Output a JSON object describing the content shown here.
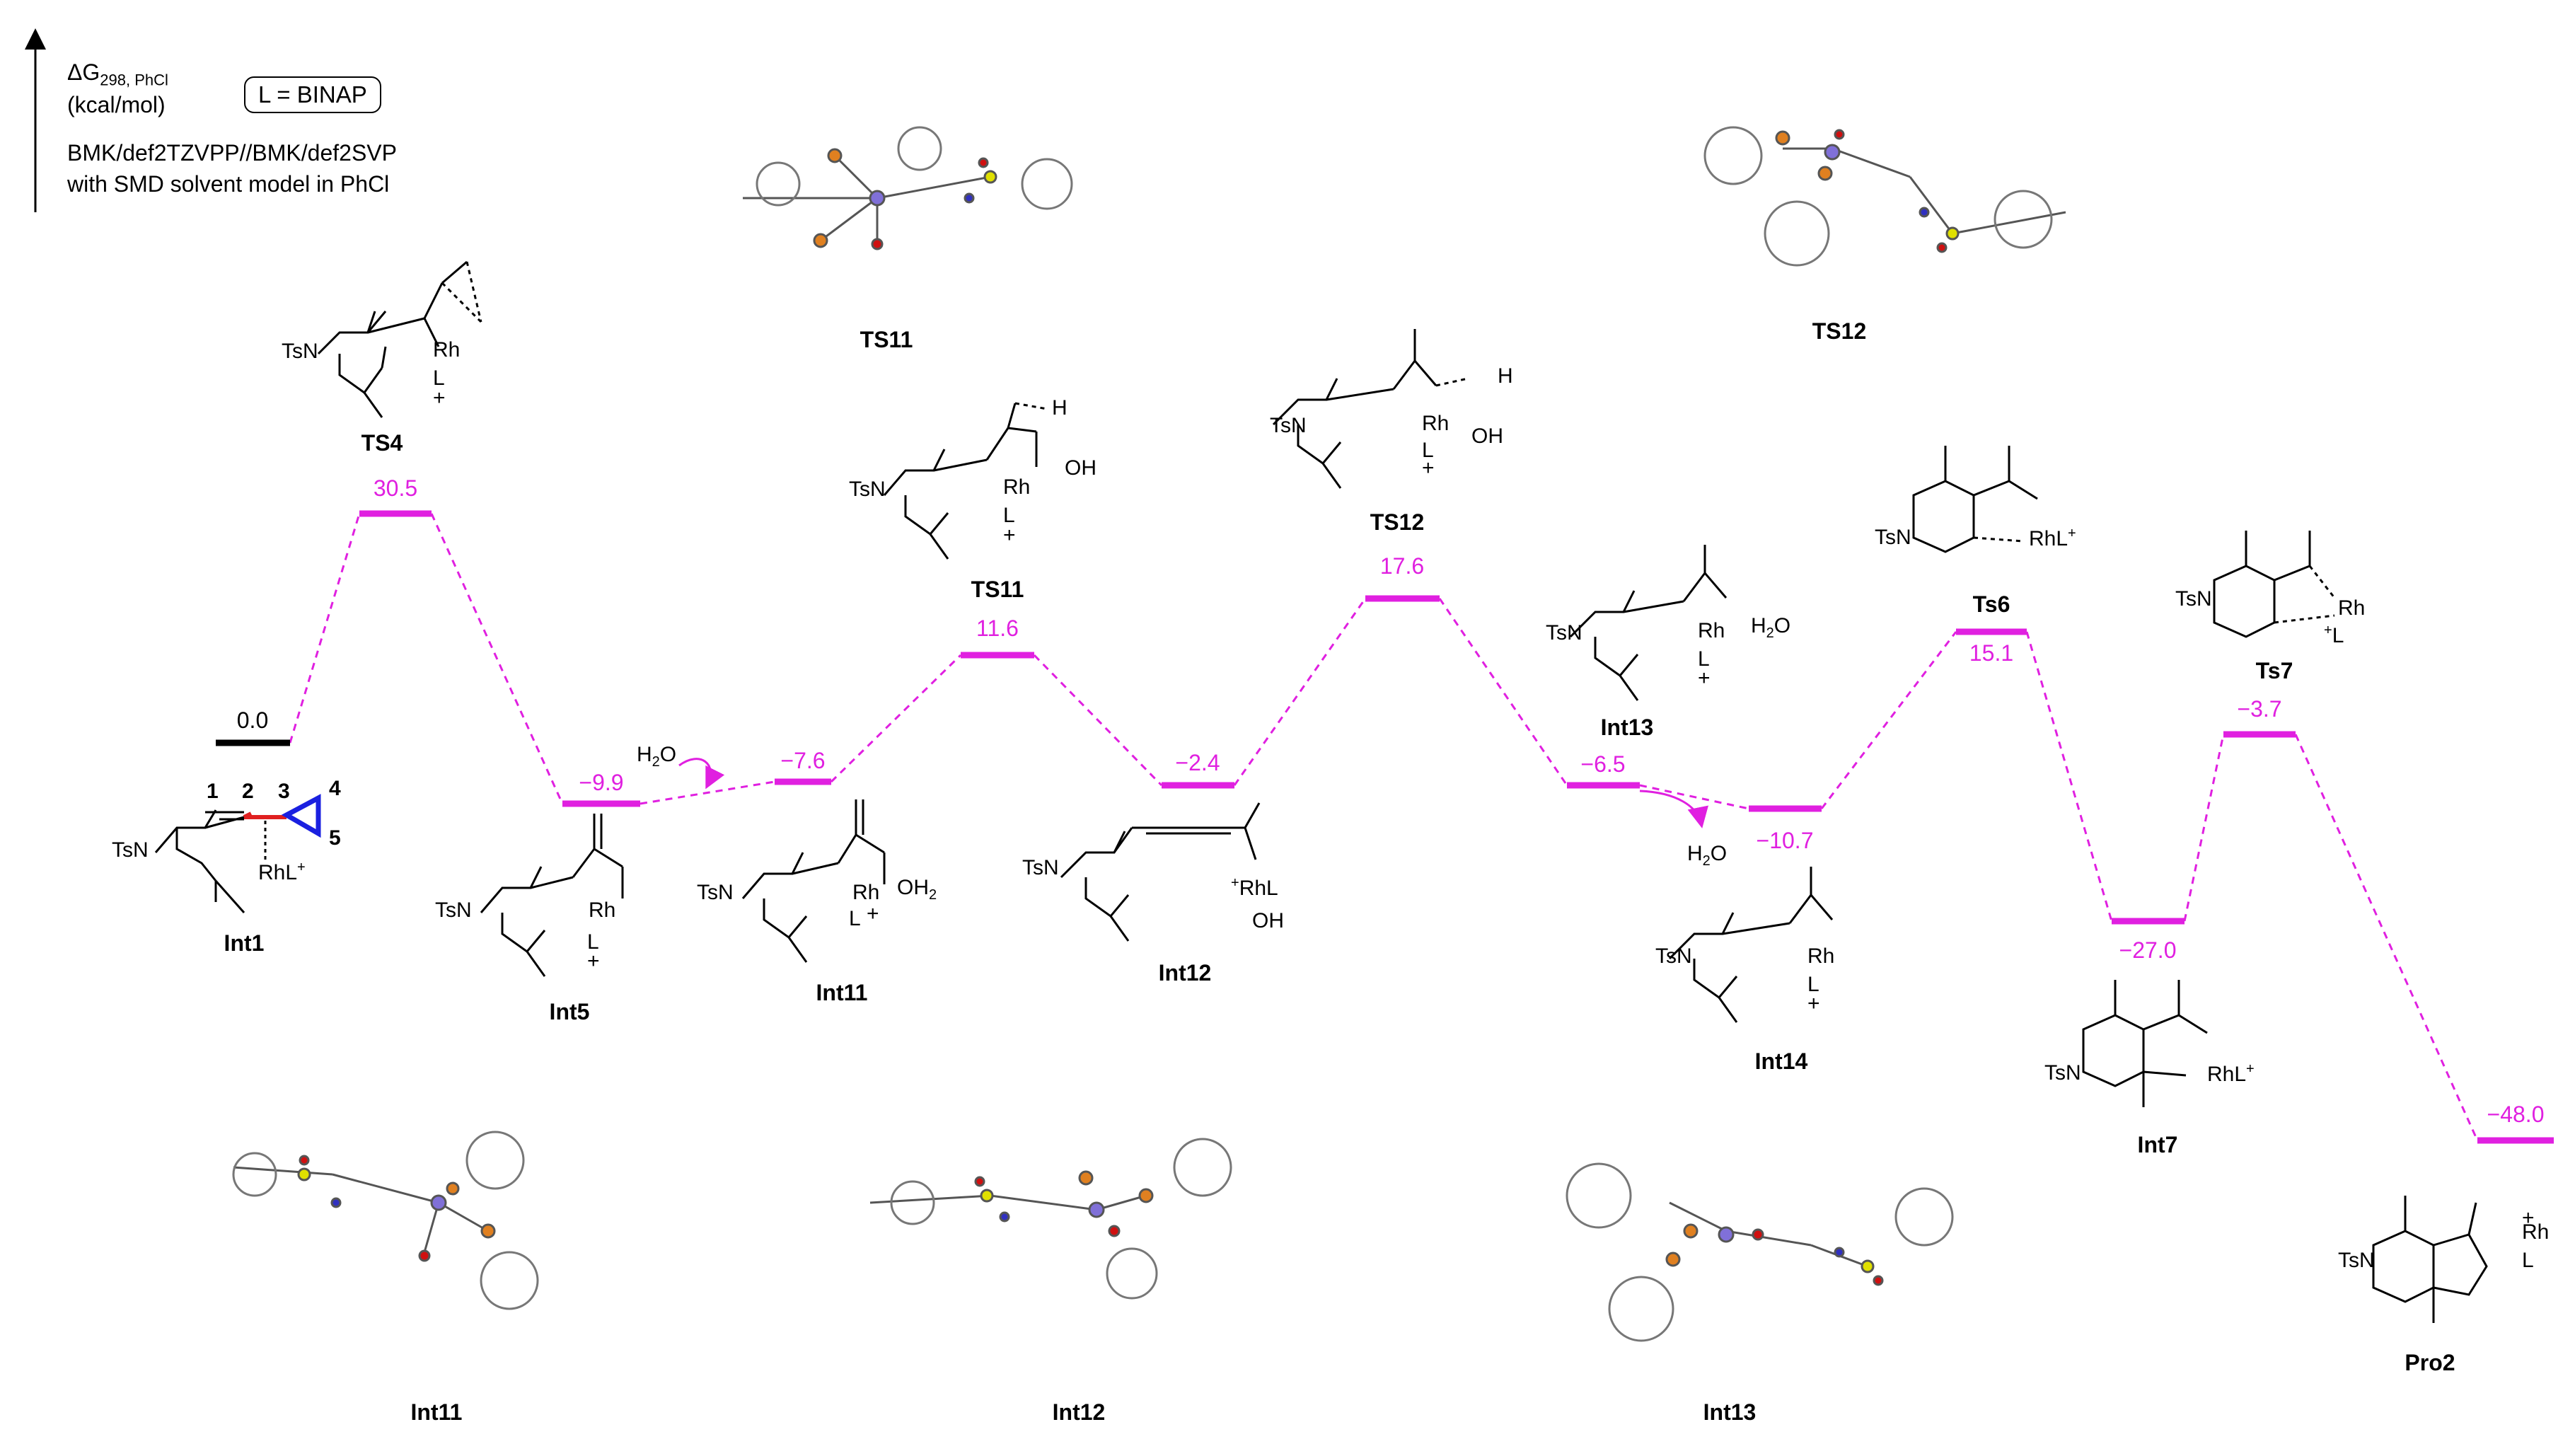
{
  "colors": {
    "energy": "#e020e0",
    "reference": "#000000",
    "bond_red": "#e02020",
    "cyclopropane": "#1a20e0",
    "rh_atom": "#8070d8",
    "p_atom": "#e08020",
    "o_atom": "#d01010",
    "s_atom": "#e0e000",
    "n_atom": "#3030c0"
  },
  "header": {
    "axis_label": "ΔG",
    "axis_sub": "298, PhCl",
    "unit": "(kcal/mol)",
    "method": "BMK/def2TZVPP//BMK/def2SVP",
    "solvent": "with SMD solvent model in PhCl",
    "ligand": "L = BINAP"
  },
  "levels": [
    {
      "name": "Int1",
      "value": "0.0"
    },
    {
      "name": "TS4",
      "value": "30.5"
    },
    {
      "name": "Int5",
      "value": "−9.9"
    },
    {
      "name": "Int11",
      "value": "−7.6"
    },
    {
      "name": "TS11",
      "value": "11.6"
    },
    {
      "name": "Int12",
      "value": "−2.4"
    },
    {
      "name": "TS12",
      "value": "17.6"
    },
    {
      "name": "Int13",
      "value": "−6.5"
    },
    {
      "name": "Int14",
      "value": "−10.7"
    },
    {
      "name": "Ts6",
      "value": "15.1"
    },
    {
      "name": "Int7",
      "value": "−27.0"
    },
    {
      "name": "Ts7",
      "value": "−3.7"
    },
    {
      "name": "Pro2",
      "value": "−48.0"
    }
  ],
  "structures": {
    "int1": "Int1",
    "ts4": "TS4",
    "int5": "Int5",
    "int11": "Int11",
    "ts11": "TS11",
    "int12": "Int12",
    "ts12": "TS12",
    "int13": "Int13",
    "int14": "Int14",
    "ts6": "Ts6",
    "int7": "Int7",
    "ts7": "Ts7",
    "pro2": "Pro2"
  },
  "models_3d": {
    "ts11": "TS11",
    "ts12": "TS12",
    "int11": "Int11",
    "int12": "Int12",
    "int13": "Int13"
  },
  "atoms": {
    "tsn": "TsN",
    "rh": "Rh",
    "l": "L",
    "plus": "+",
    "rhl": "RhL",
    "rhl_plus": "RhL",
    "oh": "OH",
    "oh2": "OH",
    "oh2_sub": "2",
    "h": "H",
    "h2o": "H",
    "h2o_sub": "2",
    "h2o_o": "O"
  },
  "atom_numbers": [
    "1",
    "2",
    "3",
    "4",
    "5"
  ]
}
